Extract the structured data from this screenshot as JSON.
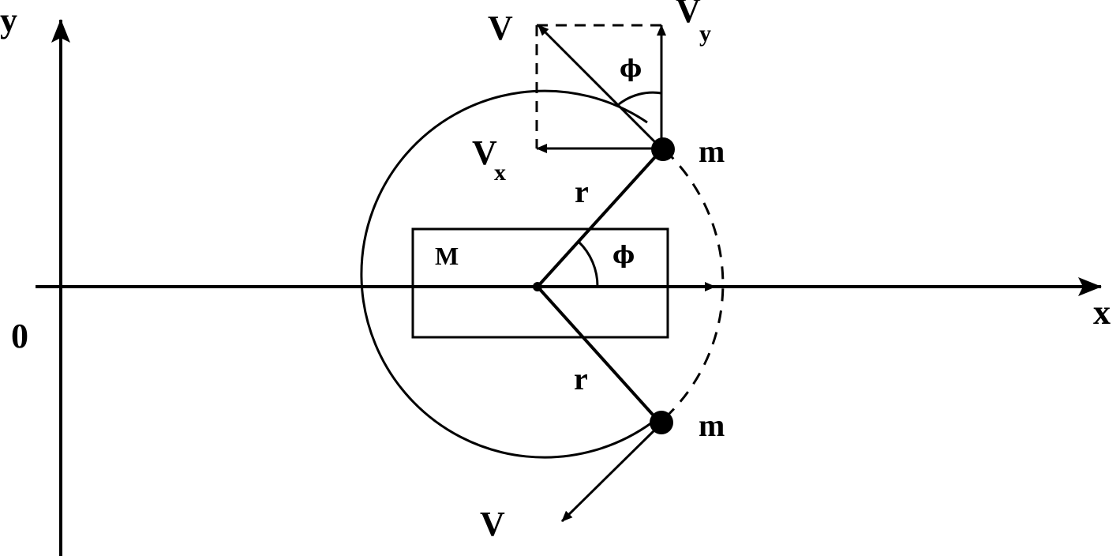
{
  "axes": {
    "x_label": "x",
    "y_label": "y",
    "origin_label": "0"
  },
  "body": {
    "label": "M"
  },
  "masses": {
    "upper_label": "m",
    "lower_label": "m"
  },
  "radii": {
    "upper_label": "r",
    "lower_label": "r"
  },
  "angles": {
    "center_label": "ϕ",
    "velocity_label": "ϕ"
  },
  "velocity": {
    "upper_label": "V",
    "lower_label": "V",
    "x_component_label": "V",
    "x_component_subscript": "x",
    "y_component_label": "V",
    "y_component_subscript": "y"
  },
  "colors": {
    "ink": "#000000",
    "background": "#ffffff"
  }
}
